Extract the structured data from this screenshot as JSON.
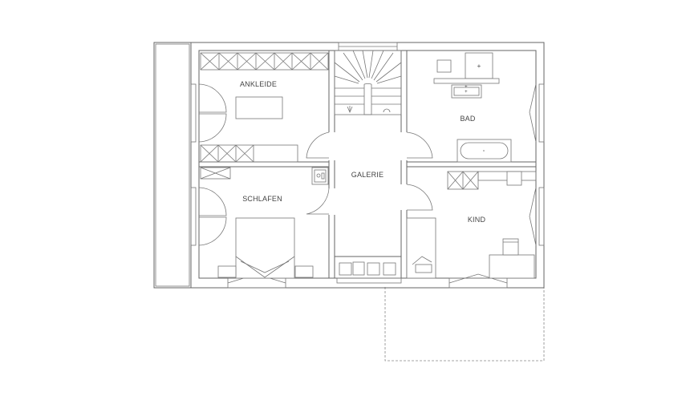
{
  "rooms": {
    "ankleide": "ANKLEIDE",
    "bad": "BAD",
    "galerie": "GALERIE",
    "schlafen": "SCHLAFEN",
    "kind": "KIND"
  }
}
